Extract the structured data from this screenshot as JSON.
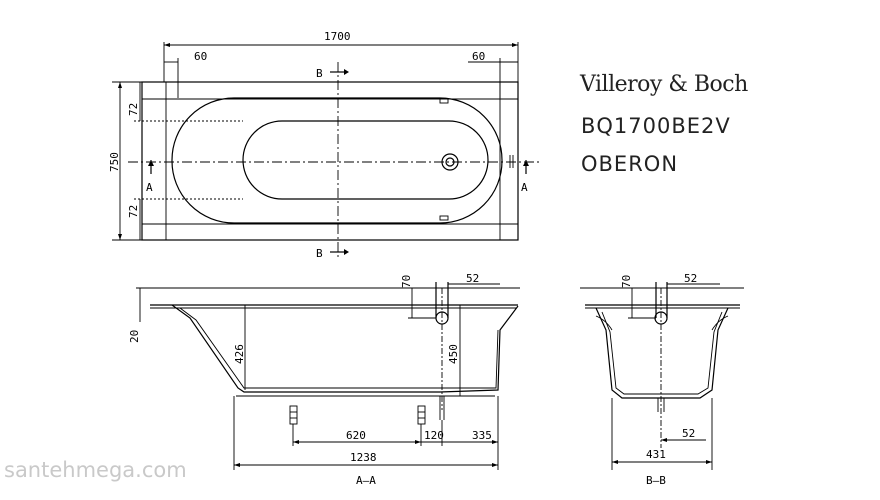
{
  "brand": "Villeroy & Boch",
  "model": "BQ1700BE2V",
  "series": "OBERON",
  "watermark": "santehmega.com",
  "dims": {
    "total_length": "1700",
    "left_rim": "60",
    "right_rim": "60",
    "width": "750",
    "top_inset": "72",
    "bottom_inset": "72",
    "overflow_height_a": "70",
    "overflow_offset_a": "52",
    "rim_height": "20",
    "inner_depth": "426",
    "total_depth": "450",
    "drain_pos": "620",
    "drain_spacing": "120",
    "end_len": "335",
    "bottom_len": "1238",
    "overflow_height_b": "70",
    "overflow_offset_b": "52",
    "drain_offset_b": "52",
    "bottom_width_b": "431"
  },
  "sections": {
    "marker_b_top": "B",
    "marker_b_bottom": "B",
    "marker_a_left": "A",
    "marker_a_right": "A",
    "label_aa": "A–A",
    "label_bb": "B–B"
  }
}
